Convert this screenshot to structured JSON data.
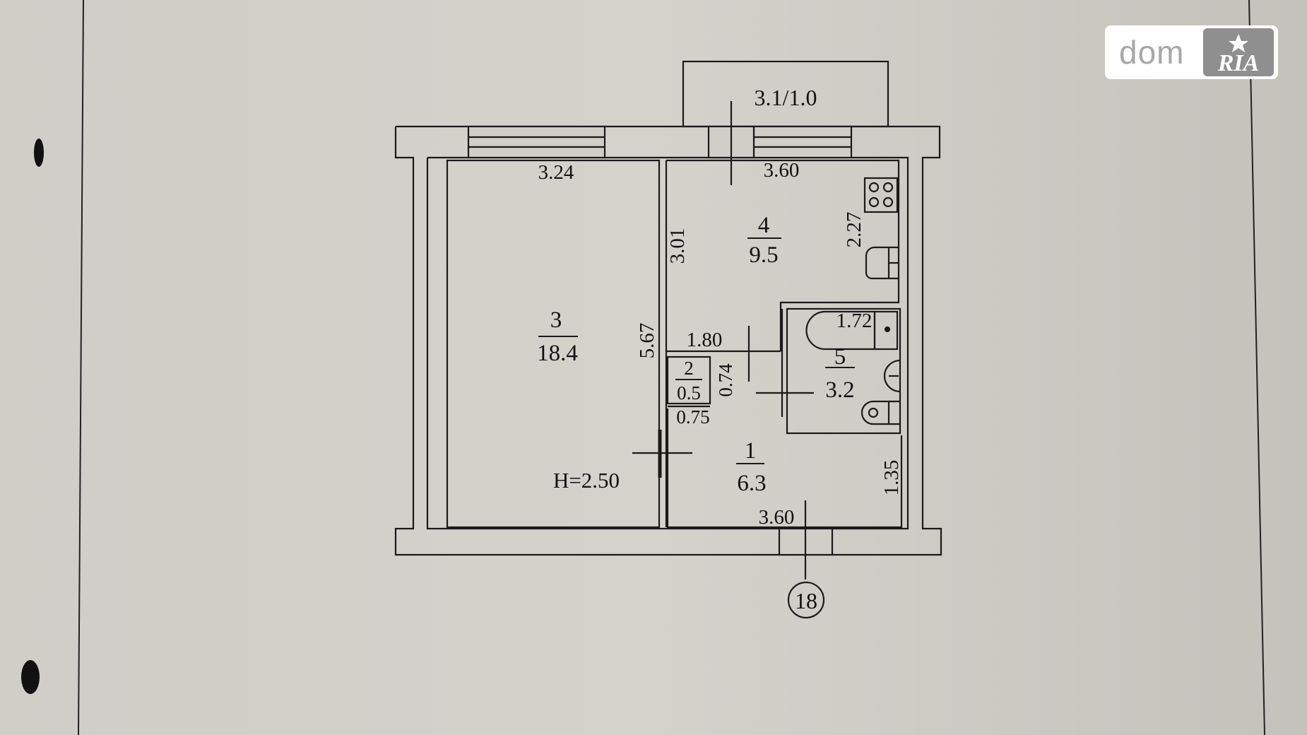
{
  "watermark": {
    "text": "dom",
    "badge": "RIA"
  },
  "plan": {
    "balcony_area": "3.1/1.0",
    "room_1": {
      "number": "1",
      "area": "6.3"
    },
    "room_2": {
      "number": "2",
      "area": "0.5"
    },
    "room_3": {
      "number": "3",
      "area": "18.4"
    },
    "room_4": {
      "number": "4",
      "area": "9.5"
    },
    "room_5": {
      "number": "5",
      "area": "3.2"
    },
    "dimensions": {
      "room3_width": "3.24",
      "room4_width": "3.60",
      "room4_depth": "3.01",
      "kitchen_wall": "2.27",
      "bath_width": "1.72",
      "room3_depth": "5.67",
      "hall_width": "1.80",
      "closet_depth": "0.74",
      "closet_width": "0.75",
      "hall_depth": "1.35",
      "hall_bottom_width": "3.60"
    },
    "ceiling_height": "H=2.50",
    "unit_number": "18"
  }
}
